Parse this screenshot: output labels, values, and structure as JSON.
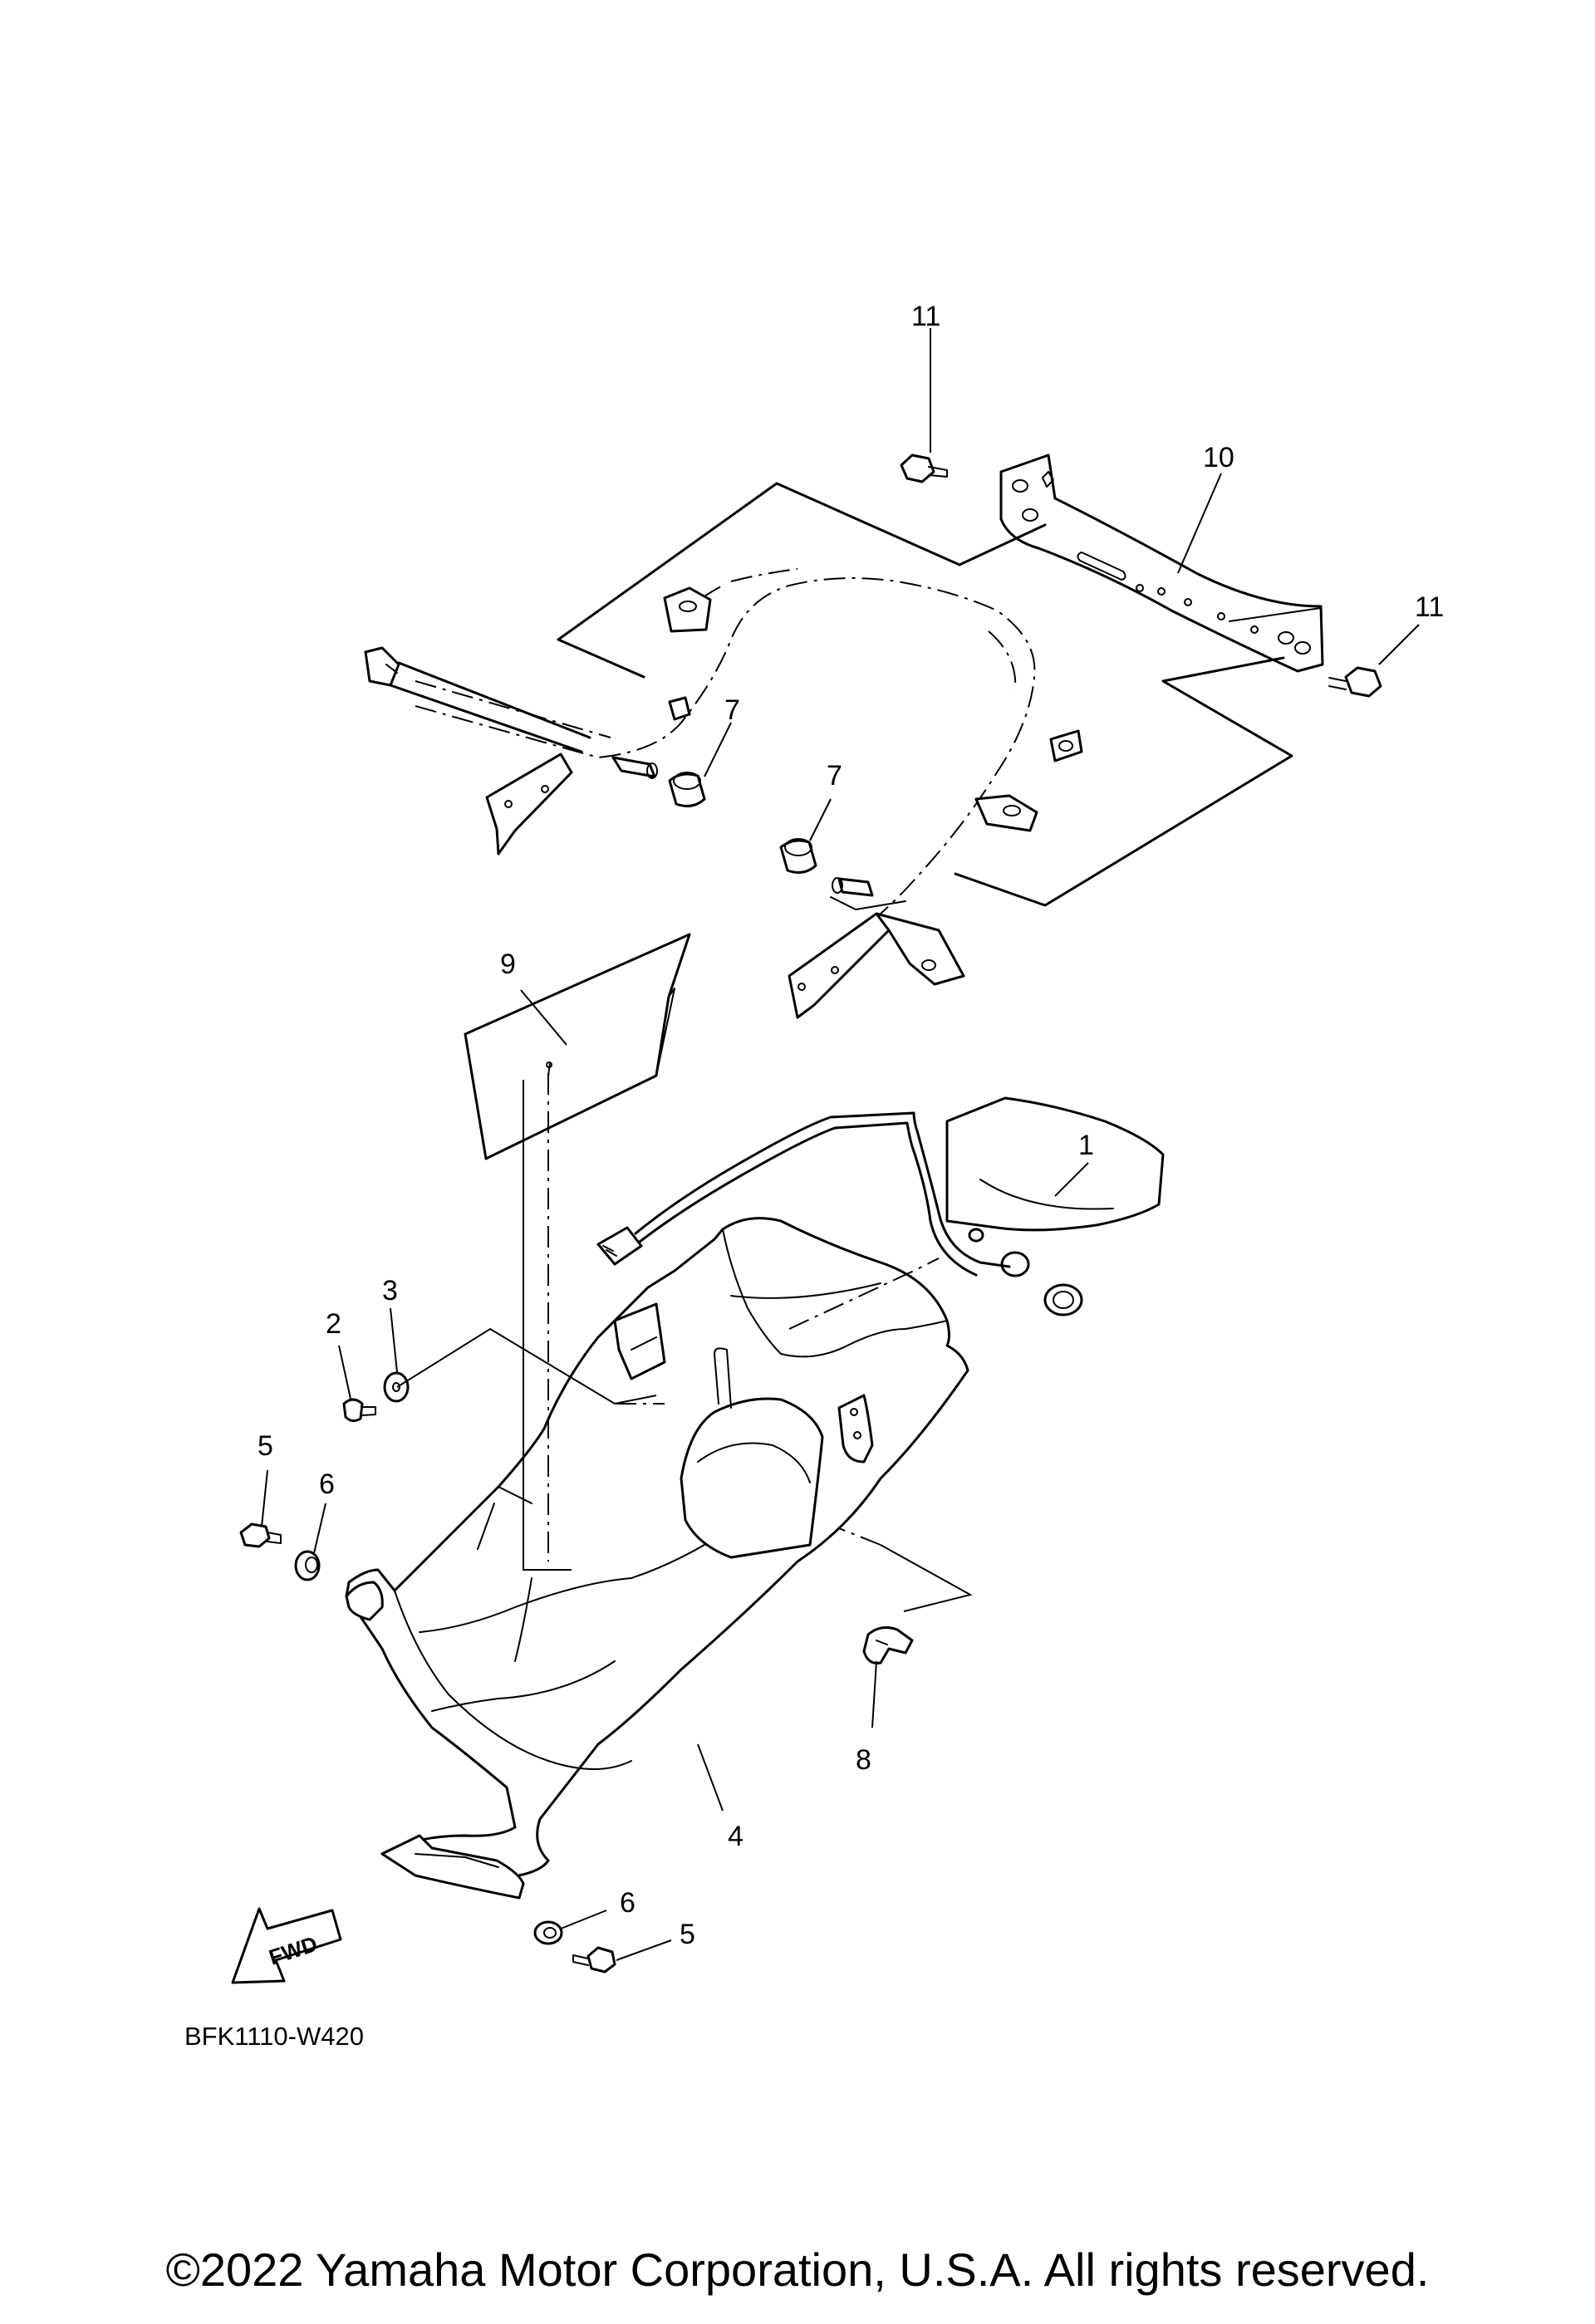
{
  "diagram": {
    "callouts": [
      {
        "id": "c11a",
        "label": "11"
      },
      {
        "id": "c10",
        "label": "10"
      },
      {
        "id": "c11b",
        "label": "11"
      },
      {
        "id": "c7a",
        "label": "7"
      },
      {
        "id": "c7b",
        "label": "7"
      },
      {
        "id": "c9",
        "label": "9"
      },
      {
        "id": "c1",
        "label": "1"
      },
      {
        "id": "c3",
        "label": "3"
      },
      {
        "id": "c2",
        "label": "2"
      },
      {
        "id": "c5a",
        "label": "5"
      },
      {
        "id": "c6a",
        "label": "6"
      },
      {
        "id": "c8",
        "label": "8"
      },
      {
        "id": "c4",
        "label": "4"
      },
      {
        "id": "c6b",
        "label": "6"
      },
      {
        "id": "c5b",
        "label": "5"
      }
    ],
    "fwd_arrow_label": "FWD",
    "drawing_code": "BFK1110-W420"
  },
  "footer": {
    "copyright": "©2022 Yamaha Motor Corporation, U.S.A. All rights reserved."
  },
  "colors": {
    "line": "#000000",
    "background": "#ffffff"
  }
}
